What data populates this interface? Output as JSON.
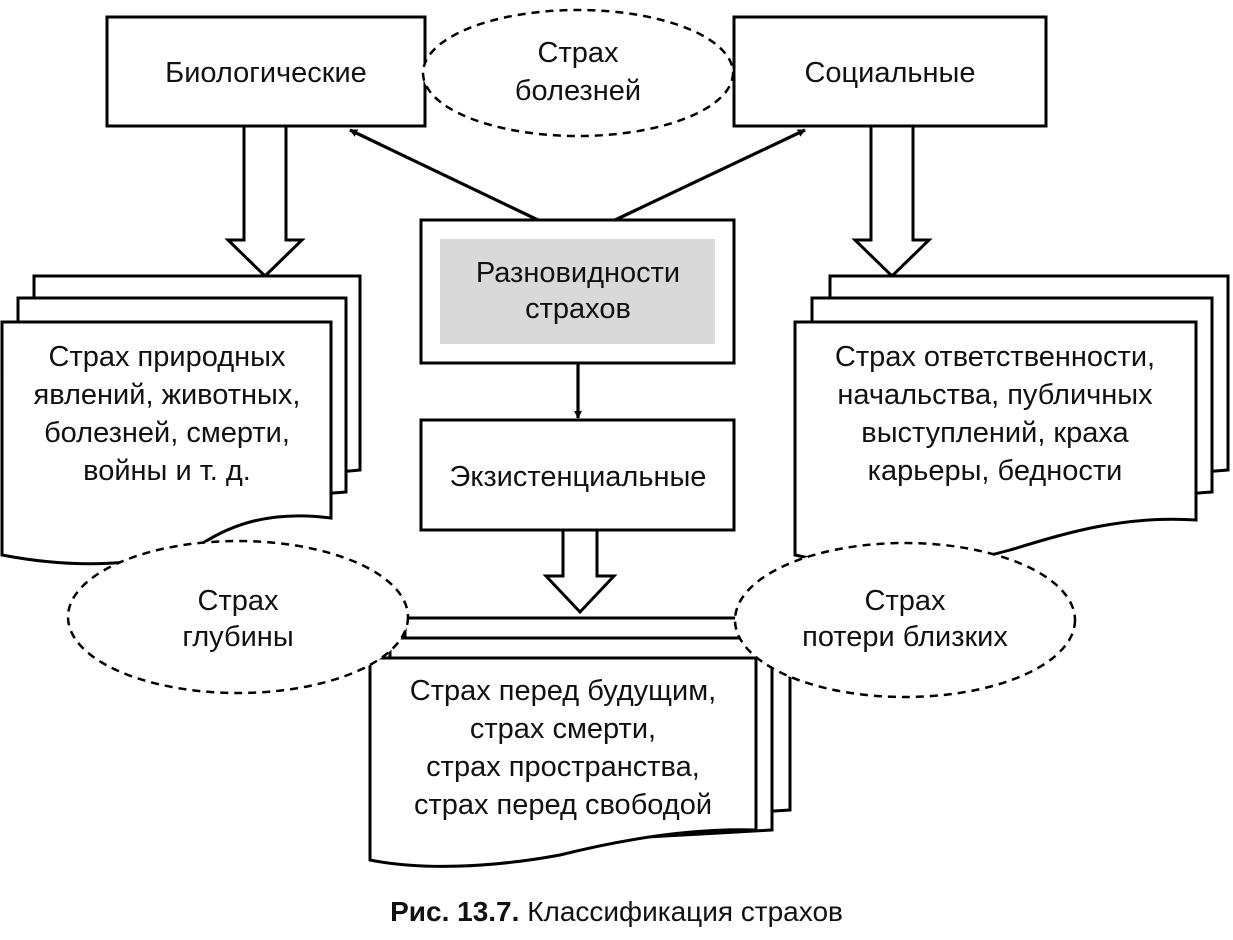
{
  "nodes": {
    "biological": "Биологические",
    "social": "Социальные",
    "varieties_line1": "Разновидности",
    "varieties_line2": "страхов",
    "existential": "Экзистенциальные"
  },
  "ellipses": {
    "diseases_line1": "Страх",
    "diseases_line2": "болезней",
    "depth_line1": "Страх",
    "depth_line2": "глубины",
    "loss_line1": "Страх",
    "loss_line2": "потери близких"
  },
  "documents": {
    "biological_lines": [
      "Страх природных",
      "явлений, животных,",
      "болезней, смерти,",
      "войны и т. д."
    ],
    "social_lines": [
      "Страх ответственности,",
      "начальства, публичных",
      "выступлений, краха",
      "карьеры, бедности"
    ],
    "existential_lines": [
      "Страх перед будущим,",
      "страх смерти,",
      "страх пространства,",
      "страх перед свободой"
    ]
  },
  "caption": {
    "label": "Рис. 13.7.",
    "text": "Классификация страхов"
  },
  "colors": {
    "center_fill": "#d9d9d9",
    "stroke": "#000000"
  }
}
